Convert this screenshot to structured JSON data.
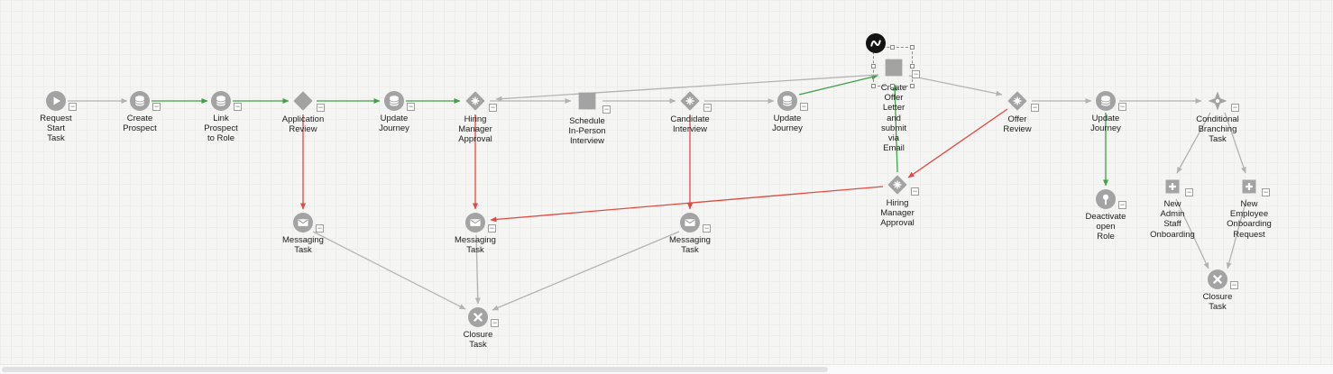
{
  "ui": {
    "collapse_glyph": "−"
  },
  "colors": {
    "node_gray": "#a3a3a3",
    "edge_gray": "#b3b3b3",
    "edge_success_green": "#43a047",
    "edge_reject_red": "#e04a42",
    "selection_outline": "#8b8b8b",
    "integration_badge": "#141414",
    "canvas_background": "#f5f5f4"
  },
  "nodes": [
    {
      "id": "request-start-task",
      "label": "Request\nStart\nTask",
      "icon": "play-circle"
    },
    {
      "id": "create-prospect",
      "label": "Create\nProspect",
      "icon": "database-circle"
    },
    {
      "id": "link-prospect-to-role",
      "label": "Link\nProspect\nto Role",
      "icon": "database-circle"
    },
    {
      "id": "application-review",
      "label": "Application\nReview",
      "icon": "diamond"
    },
    {
      "id": "update-journey-1",
      "label": "Update\nJourney",
      "icon": "database-circle"
    },
    {
      "id": "hiring-manager-approval-1",
      "label": "Hiring\nManager\nApproval",
      "icon": "diamond-approval"
    },
    {
      "id": "schedule-in-person-interview",
      "label": "Schedule\nIn-Person\nInterview",
      "icon": "square"
    },
    {
      "id": "candidate-interview",
      "label": "Candidate\nInterview",
      "icon": "diamond-approval"
    },
    {
      "id": "update-journey-2",
      "label": "Update\nJourney",
      "icon": "database-circle"
    },
    {
      "id": "create-offer-letter",
      "label": "Create\nOffer\nLetter\nand\nsubmit\nvia\nEmail",
      "icon": "square",
      "selected": true
    },
    {
      "id": "offer-review",
      "label": "Offer\nReview",
      "icon": "diamond-approval"
    },
    {
      "id": "update-journey-3",
      "label": "Update\nJourney",
      "icon": "database-circle"
    },
    {
      "id": "conditional-branching-task",
      "label": "Conditional\nBranching\nTask",
      "icon": "branch"
    },
    {
      "id": "hiring-manager-approval-2",
      "label": "Hiring\nManager\nApproval",
      "icon": "diamond-approval"
    },
    {
      "id": "deactivate-open-role",
      "label": "Deactivate\nopen\nRole",
      "icon": "pin-circle"
    },
    {
      "id": "new-admin-staff-onboarding",
      "label": "New\nAdmin\nStaff\nOnboarding",
      "icon": "plus-square"
    },
    {
      "id": "new-employee-onboarding-request",
      "label": "New\nEmployee\nOnboarding\nRequest",
      "icon": "plus-square"
    },
    {
      "id": "messaging-task-1",
      "label": "Messaging\nTask",
      "icon": "mail-circle"
    },
    {
      "id": "messaging-task-2",
      "label": "Messaging\nTask",
      "icon": "mail-circle"
    },
    {
      "id": "messaging-task-3",
      "label": "Messaging\nTask",
      "icon": "mail-circle"
    },
    {
      "id": "closure-task-1",
      "label": "Closure\nTask",
      "icon": "close-circle"
    },
    {
      "id": "closure-task-2",
      "label": "Closure\nTask",
      "icon": "close-circle"
    }
  ],
  "edges": [
    {
      "from": "request-start-task",
      "to": "create-prospect",
      "type": "default"
    },
    {
      "from": "create-prospect",
      "to": "link-prospect-to-role",
      "type": "success"
    },
    {
      "from": "link-prospect-to-role",
      "to": "application-review",
      "type": "success"
    },
    {
      "from": "application-review",
      "to": "update-journey-1",
      "type": "success"
    },
    {
      "from": "application-review",
      "to": "messaging-task-1",
      "type": "reject"
    },
    {
      "from": "update-journey-1",
      "to": "hiring-manager-approval-1",
      "type": "success"
    },
    {
      "from": "hiring-manager-approval-1",
      "to": "schedule-in-person-interview",
      "type": "default"
    },
    {
      "from": "hiring-manager-approval-1",
      "to": "messaging-task-2",
      "type": "reject"
    },
    {
      "from": "schedule-in-person-interview",
      "to": "candidate-interview",
      "type": "default"
    },
    {
      "from": "candidate-interview",
      "to": "update-journey-2",
      "type": "default"
    },
    {
      "from": "candidate-interview",
      "to": "messaging-task-3",
      "type": "reject"
    },
    {
      "from": "update-journey-2",
      "to": "create-offer-letter",
      "type": "success"
    },
    {
      "from": "create-offer-letter",
      "to": "offer-review",
      "type": "default"
    },
    {
      "from": "create-offer-letter",
      "to": "hiring-manager-approval-1",
      "type": "default"
    },
    {
      "from": "offer-review",
      "to": "update-journey-3",
      "type": "default"
    },
    {
      "from": "offer-review",
      "to": "hiring-manager-approval-2",
      "type": "reject"
    },
    {
      "from": "hiring-manager-approval-2",
      "to": "create-offer-letter",
      "type": "success"
    },
    {
      "from": "hiring-manager-approval-2",
      "to": "messaging-task-2",
      "type": "reject"
    },
    {
      "from": "update-journey-3",
      "to": "deactivate-open-role",
      "type": "success"
    },
    {
      "from": "update-journey-3",
      "to": "conditional-branching-task",
      "type": "default"
    },
    {
      "from": "conditional-branching-task",
      "to": "new-admin-staff-onboarding",
      "type": "default"
    },
    {
      "from": "conditional-branching-task",
      "to": "new-employee-onboarding-request",
      "type": "default"
    },
    {
      "from": "new-admin-staff-onboarding",
      "to": "closure-task-2",
      "type": "default"
    },
    {
      "from": "new-employee-onboarding-request",
      "to": "closure-task-2",
      "type": "default"
    },
    {
      "from": "messaging-task-1",
      "to": "closure-task-1",
      "type": "default"
    },
    {
      "from": "messaging-task-2",
      "to": "closure-task-1",
      "type": "default"
    },
    {
      "from": "messaging-task-3",
      "to": "closure-task-1",
      "type": "default"
    }
  ]
}
